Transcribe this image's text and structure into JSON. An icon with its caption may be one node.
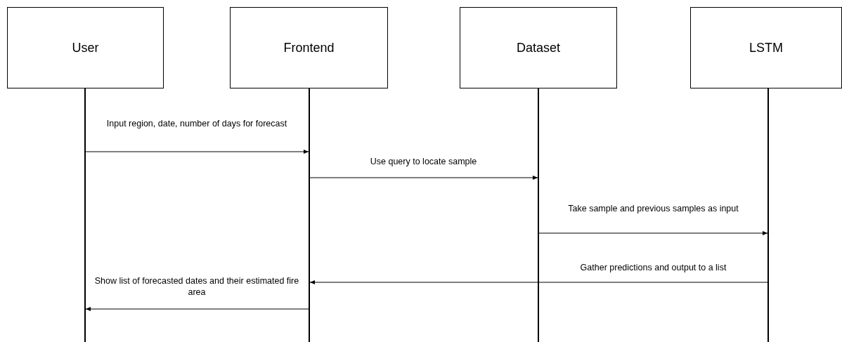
{
  "diagram": {
    "nodes": [
      {
        "text": [
          "User"
        ]
      },
      {
        "text": [
          "Frontend"
        ]
      },
      {
        "text": [
          "Dataset"
        ]
      },
      {
        "text": [
          "LSTM"
        ]
      },
      {
        "text": [],
        "shape": "bar"
      },
      {
        "text": [],
        "shape": "bar"
      },
      {
        "text": [],
        "shape": "bar"
      },
      {
        "text": [],
        "shape": "bar"
      }
    ],
    "edges": [
      {
        "from": 4,
        "to": 5,
        "arrow": "to",
        "label": "Input region, date, number of days for forecast"
      },
      {
        "from": 5,
        "to": 6,
        "arrow": "to",
        "label": "Use query to locate sample"
      },
      {
        "from": 6,
        "to": 7,
        "arrow": "to",
        "label": "Take sample and previous samples as input"
      },
      {
        "from": 7,
        "to": 5,
        "arrow": "to",
        "label": "Gather predictions and output to a list"
      },
      {
        "from": 5,
        "to": 4,
        "arrow": "to",
        "label": "Show list of forecasted dates and their estimated fire area"
      }
    ]
  }
}
